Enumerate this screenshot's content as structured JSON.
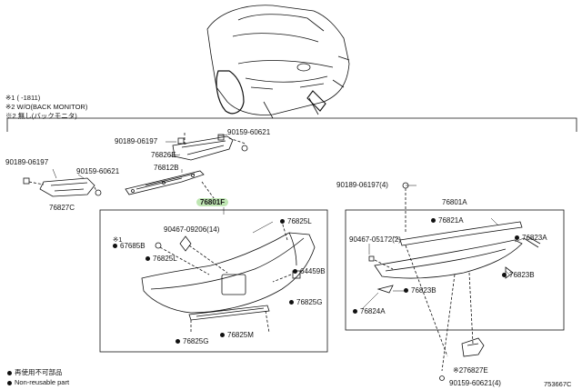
{
  "notes": {
    "n1": "※1 (     -1811)",
    "n2": "※2 W/O(BACK MONITOR)",
    "n3": "※2 無し(バックモニタ)"
  },
  "legend": {
    "jp": "再使用不可部品",
    "en": "Non-reusable part"
  },
  "ref_code": "753667C",
  "labels": {
    "p90189_top": "90189-06197",
    "p90159_top": "90159-60621",
    "p76826E": "76826E",
    "p76812B": "76812B",
    "p90189_left": "90189-06197",
    "p90159_left": "90159-60621",
    "p76827C": "76827C",
    "p76801F": "76801F",
    "p90467_14": "90467-09206(14)",
    "p76825L_a": "76825L",
    "m1": "※1",
    "p67685B": "67685B",
    "p76825L_b": "76825L",
    "p64459B": "64459B",
    "p76825G_a": "76825G",
    "p76825G_b": "76825G",
    "p76825M": "76825M",
    "p90189_4": "90189-06197(4)",
    "p76801A": "76801A",
    "p76821A": "76821A",
    "p90467_2": "90467-05172(2)",
    "p76823A": "76823A",
    "p76823B_a": "76823B",
    "p76823B_b": "76823B",
    "p76824A": "76824A",
    "p76827E": "※276827E",
    "p90159_4": "90159-60621(4)"
  }
}
